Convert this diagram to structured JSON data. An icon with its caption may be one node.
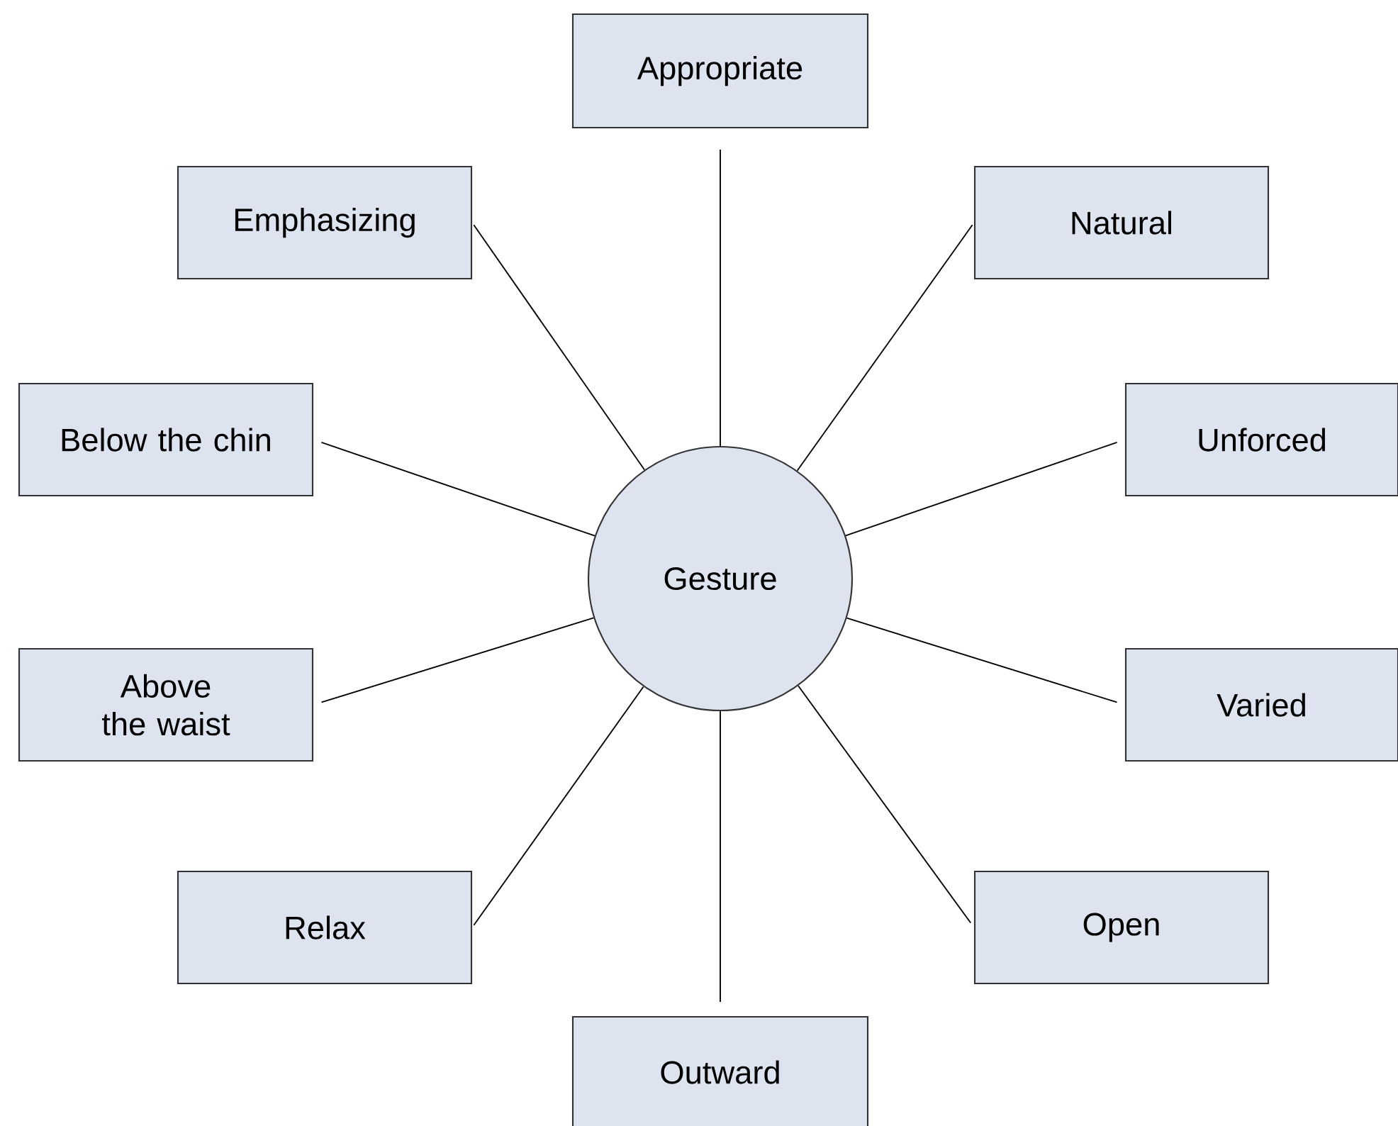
{
  "diagram": {
    "nodes": [
      {
        "text": [
          "Appropriate"
        ]
      },
      {
        "text": [
          "Emphasizing"
        ]
      },
      {
        "text": [
          "Natural"
        ]
      },
      {
        "text": [
          "Below the chin"
        ]
      },
      {
        "text": [
          "Unforced"
        ]
      },
      {
        "text": [
          "Gesture"
        ]
      },
      {
        "text": [
          "Above the waist"
        ]
      },
      {
        "text": [
          "Varied"
        ]
      },
      {
        "text": [
          "Relax"
        ]
      },
      {
        "text": [
          "Open"
        ]
      },
      {
        "text": [
          "Outward"
        ]
      }
    ],
    "edges": [
      {
        "from": 5,
        "to": 0,
        "arrow": "none"
      },
      {
        "from": 5,
        "to": 1,
        "arrow": "none"
      },
      {
        "from": 5,
        "to": 2,
        "arrow": "none"
      },
      {
        "from": 5,
        "to": 3,
        "arrow": "none"
      },
      {
        "from": 5,
        "to": 4,
        "arrow": "none"
      },
      {
        "from": 5,
        "to": 6,
        "arrow": "none"
      },
      {
        "from": 5,
        "to": 7,
        "arrow": "none"
      },
      {
        "from": 5,
        "to": 8,
        "arrow": "none"
      },
      {
        "from": 5,
        "to": 9,
        "arrow": "none"
      },
      {
        "from": 5,
        "to": 10,
        "arrow": "none"
      }
    ]
  }
}
